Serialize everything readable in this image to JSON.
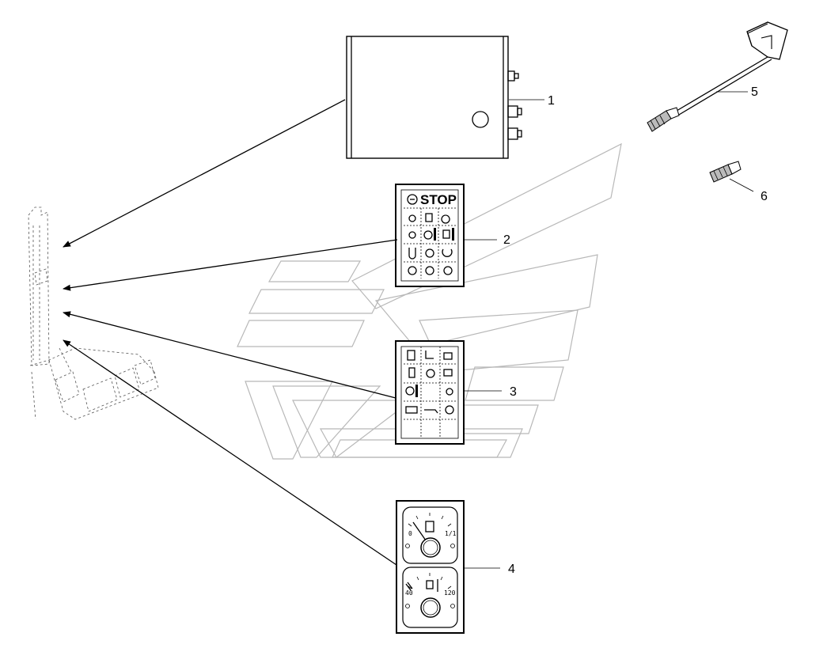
{
  "callouts": {
    "c1": "1",
    "c2": "2",
    "c3": "3",
    "c4": "4",
    "c5": "5",
    "c6": "6"
  },
  "panel2": {
    "stop_label": "STOP"
  },
  "gauges": {
    "fuel_min": "0",
    "fuel_max": "1/1",
    "temp_min": "40",
    "temp_max": "120"
  }
}
